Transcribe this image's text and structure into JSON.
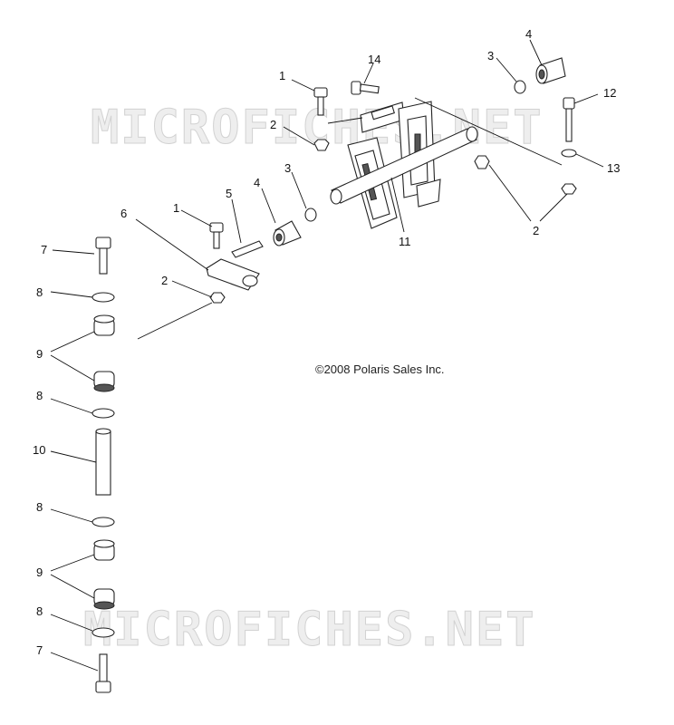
{
  "watermark": "MICROFICHES.NET",
  "copyright": "©2008 Polaris Sales Inc.",
  "callouts": [
    "1",
    "2",
    "3",
    "4",
    "5",
    "6",
    "7",
    "8",
    "9",
    "10",
    "11",
    "12",
    "13",
    "14"
  ]
}
